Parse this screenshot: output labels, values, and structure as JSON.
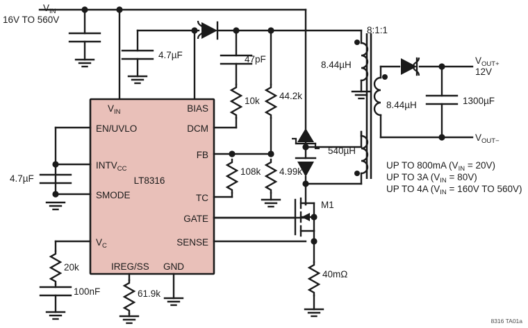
{
  "figure": {
    "caption": "8316 TA01a",
    "ic_name": "LT8316",
    "colors": {
      "ic_body": "#e9c0b9",
      "line": "#1a1a1a",
      "background": "#ffffff"
    }
  },
  "input": {
    "rail_label": "V",
    "rail_sub": "IN",
    "range": "16V TO 560V"
  },
  "ic": {
    "name": "LT8316",
    "pins_left": [
      {
        "label": "V",
        "sub": "IN"
      },
      {
        "label": "EN/UVLO",
        "sub": ""
      },
      {
        "label": "INTV",
        "sub": "CC"
      },
      {
        "label": "SMODE",
        "sub": ""
      },
      {
        "label": "V",
        "sub": "C"
      },
      {
        "label": "IREG/SS",
        "sub": ""
      }
    ],
    "pins_right": [
      {
        "label": "BIAS",
        "sub": ""
      },
      {
        "label": "DCM",
        "sub": ""
      },
      {
        "label": "FB",
        "sub": ""
      },
      {
        "label": "TC",
        "sub": ""
      },
      {
        "label": "GATE",
        "sub": ""
      },
      {
        "label": "SENSE",
        "sub": ""
      },
      {
        "label": "GND",
        "sub": ""
      }
    ]
  },
  "components": {
    "cin_bulk": "",
    "c_vin": "4.7µF",
    "c_bias": "47pF",
    "r_dcm_top": "10k",
    "r_fb_top": "44.2k",
    "r_fb_bottom": "108k",
    "r_tc_bottom": "4.99k",
    "c_intvcc": "4.7µF",
    "r_vc": "20k",
    "c_vc": "100nF",
    "r_ireg": "61.9k",
    "r_sense": "40mΩ",
    "mosfet": "M1",
    "snubber_inductance": "540µH",
    "aux_inductance": "8.44µH",
    "sec_inductance": "8.44µH",
    "turns_ratio": "8:1:1",
    "c_out": "1300µF"
  },
  "output": {
    "pos_label": "V",
    "pos_sub": "OUT+",
    "voltage": "12V",
    "neg_label": "V",
    "neg_sub": "OUT−",
    "ratings": [
      "UP TO 800mA (V_IN = 20V)",
      "UP TO 3A (V_IN = 80V)",
      "UP TO 4A (V_IN = 160V TO 560V)"
    ],
    "ratings_parts": [
      {
        "pre": "UP TO 800mA (V",
        "sub": "IN",
        "post": " = 20V)"
      },
      {
        "pre": "UP TO 3A (V",
        "sub": "IN",
        "post": " = 80V)"
      },
      {
        "pre": "UP TO 4A (V",
        "sub": "IN",
        "post": " = 160V TO 560V)"
      }
    ]
  }
}
